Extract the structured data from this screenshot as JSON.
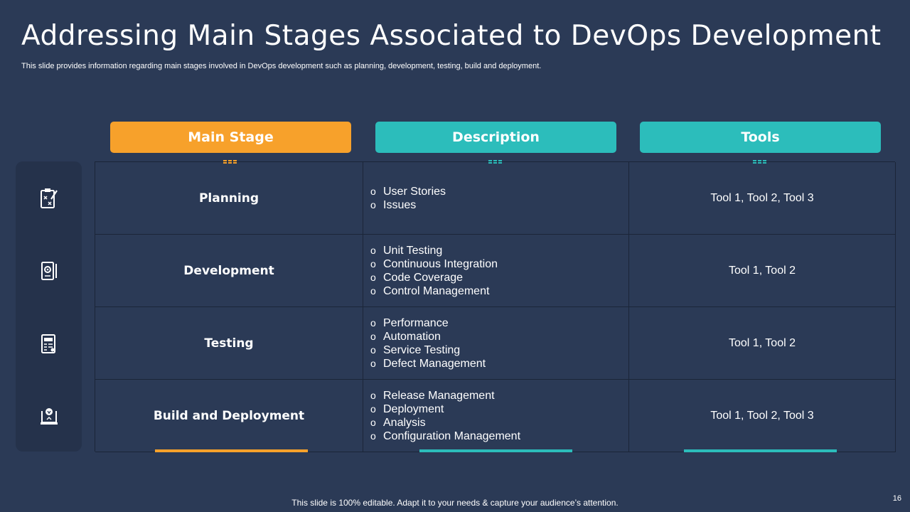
{
  "slide": {
    "title": "Addressing Main Stages Associated to DevOps Development",
    "subtitle": "This slide provides information regarding main stages involved in DevOps development such as planning, development, testing, build and deployment.",
    "footer": "This slide is 100% editable. Adapt it to your needs & capture your audience’s attention.",
    "page_number": "16"
  },
  "colors": {
    "orange": "#f7a12b",
    "teal": "#2cbdbb",
    "background": "#2b3a56"
  },
  "headers": {
    "main_stage": "Main Stage",
    "description": "Description",
    "tools": "Tools"
  },
  "rows": [
    {
      "stage": "Planning",
      "icon": "planning-clipboard-icon",
      "items": [
        "User Stories",
        "Issues"
      ],
      "tools": "Tool 1, Tool 2, Tool 3"
    },
    {
      "stage": "Development",
      "icon": "development-gear-document-icon",
      "items": [
        "Unit Testing",
        "Continuous Integration",
        "Code Coverage",
        "Control Management"
      ],
      "tools": "Tool 1, Tool 2"
    },
    {
      "stage": "Testing",
      "icon": "testing-checklist-icon",
      "items": [
        "Performance",
        "Automation",
        "Service Testing",
        "Defect Management"
      ],
      "tools": "Tool 1, Tool 2"
    },
    {
      "stage": "Build and Deployment",
      "icon": "deployment-laptop-icon",
      "items": [
        "Release Management",
        "Deployment",
        "Analysis",
        "Configuration Management"
      ],
      "tools": "Tool 1, Tool 2, Tool 3"
    }
  ]
}
